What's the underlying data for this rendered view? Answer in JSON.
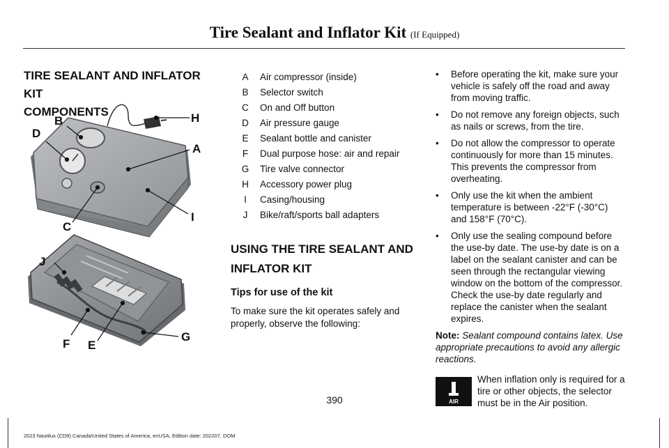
{
  "header": {
    "title": "Tire Sealant and Inflator Kit",
    "subtitle": "(If Equipped)"
  },
  "section1": {
    "heading_line1": "TIRE SEALANT AND INFLATOR KIT",
    "heading_line2": "COMPONENTS"
  },
  "figure": {
    "callouts": [
      "A",
      "B",
      "C",
      "D",
      "E",
      "F",
      "G",
      "H",
      "I",
      "J"
    ]
  },
  "legend": [
    {
      "letter": "A",
      "text": "Air compressor (inside)"
    },
    {
      "letter": "B",
      "text": "Selector switch"
    },
    {
      "letter": "C",
      "text": "On and Off button"
    },
    {
      "letter": "D",
      "text": "Air pressure gauge"
    },
    {
      "letter": "E",
      "text": "Sealant bottle and canister"
    },
    {
      "letter": "F",
      "text": "Dual purpose hose: air and repair"
    },
    {
      "letter": "G",
      "text": "Tire valve connector"
    },
    {
      "letter": "H",
      "text": "Accessory power plug"
    },
    {
      "letter": "I",
      "text": "Casing/housing"
    },
    {
      "letter": "J",
      "text": "Bike/raft/sports ball adapters"
    }
  ],
  "section2": {
    "heading_line1": "USING THE TIRE SEALANT AND",
    "heading_line2": "INFLATOR KIT",
    "subheading": "Tips for use of the kit",
    "paragraph": "To make sure the kit operates safely and properly, observe the following:"
  },
  "bullets": [
    "Before operating the kit, make sure your vehicle is safely off the road and away from moving traffic.",
    "Do not remove any foreign objects, such as nails or screws, from the tire.",
    "Do not allow the compressor to operate continuously for more than 15 minutes. This prevents the compressor from overheating.",
    "Only use the kit when the ambient temperature is between -22°F (-30°C) and 158°F (70°C).",
    "Only use the sealing compound before the use-by date. The use-by date is on a label on the sealant canister and can be seen through the rectangular viewing window on the bottom of the compressor. Check the use-by date regularly and replace the canister when the sealant expires."
  ],
  "note": {
    "label": "Note:",
    "text": "Sealant compound contains latex. Use appropriate precautions to avoid any allergic reactions."
  },
  "air": {
    "icon_label": "AIR",
    "text": "When inflation only is required for a tire or other objects, the selector must be in the Air position."
  },
  "page_number": "390",
  "footer": "2023 Nautilus (CD9) Canada/United States of America, enUSA, Edition date: 202207, DOM"
}
